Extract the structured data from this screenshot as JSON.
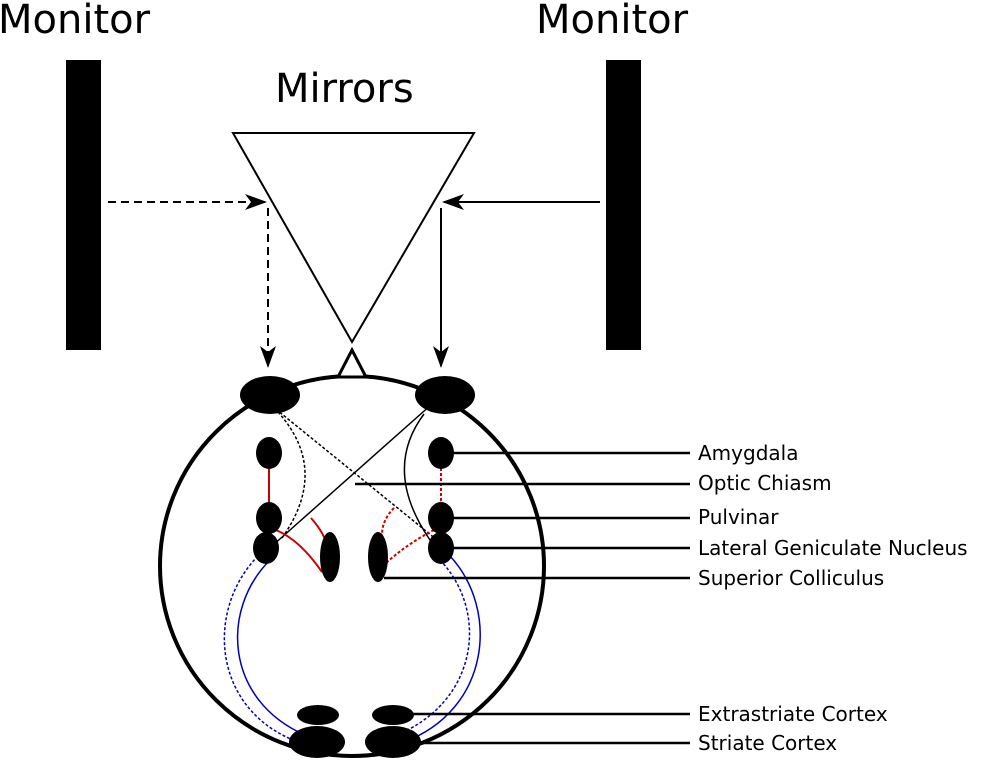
{
  "labels": {
    "monitor_left": "Monitor",
    "monitor_right": "Monitor",
    "mirrors": "Mirrors"
  },
  "structures": {
    "amygdala": "Amygdala",
    "optic_chiasm": "Optic Chiasm",
    "pulvinar": "Pulvinar",
    "lgn": "Lateral Geniculate Nucleus",
    "superior_colliculus": "Superior Colliculus",
    "extrastriate_cortex": "Extrastriate Cortex",
    "striate_cortex": "Striate Cortex"
  },
  "colors": {
    "ink": "#000000",
    "subcortical_path": "#cc0000",
    "cortical_path": "#0000bb"
  }
}
